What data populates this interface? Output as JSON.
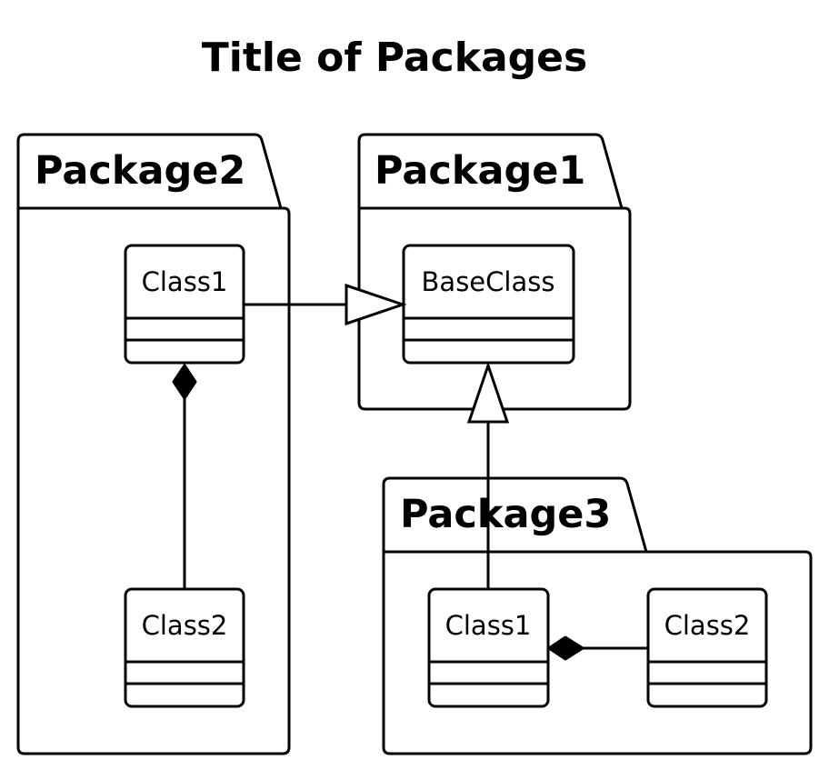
{
  "diagram": {
    "title": "Title of Packages",
    "packages": [
      {
        "id": "p2",
        "name": "Package2",
        "classes": [
          "Class1",
          "Class2"
        ]
      },
      {
        "id": "p1",
        "name": "Package1",
        "classes": [
          "BaseClass"
        ]
      },
      {
        "id": "p3",
        "name": "Package3",
        "classes": [
          "Class1",
          "Class2"
        ]
      }
    ],
    "relations": [
      {
        "from": "Package2.Class1",
        "to": "Package1.BaseClass",
        "type": "generalization"
      },
      {
        "from": "Package3.Class1",
        "to": "Package1.BaseClass",
        "type": "generalization"
      },
      {
        "from": "Package2.Class1",
        "to": "Package2.Class2",
        "type": "composition"
      },
      {
        "from": "Package3.Class1",
        "to": "Package3.Class2",
        "type": "composition"
      }
    ]
  }
}
